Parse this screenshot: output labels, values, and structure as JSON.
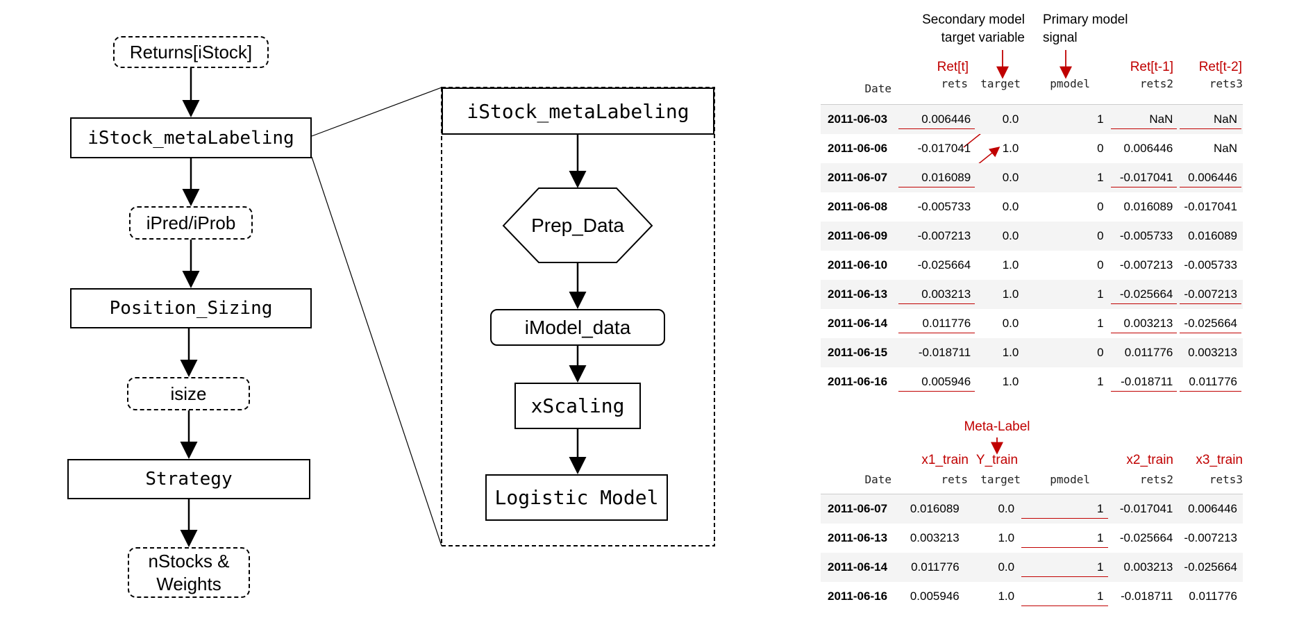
{
  "flow": {
    "returns": "Returns[iStock]",
    "metalabeling": "iStock_metaLabeling",
    "ipred": "iPred/iProb",
    "position_sizing": "Position_Sizing",
    "isize": "isize",
    "strategy": "Strategy",
    "nstocks": "nStocks &",
    "weights": "Weights"
  },
  "detail": {
    "title": "iStock_metaLabeling",
    "prep": "Prep_Data",
    "imodel": "iModel_data",
    "xscaling": "xScaling",
    "logistic": "Logistic Model"
  },
  "top_table": {
    "annotations": {
      "secondary_line1": "Secondary model",
      "secondary_line2": "target variable",
      "primary_line1": "Primary model",
      "primary_line2": "signal"
    },
    "red_labels": {
      "rets": "Ret[t]",
      "rets2": "Ret[t-1]",
      "rets3": "Ret[t-2]"
    },
    "headers": {
      "date": "Date",
      "rets": "rets",
      "target": "target",
      "pmodel": "pmodel",
      "rets2": "rets2",
      "rets3": "rets3"
    },
    "rows": [
      [
        "2011-06-03",
        "0.006446",
        "0.0",
        "1",
        "NaN",
        "NaN"
      ],
      [
        "2011-06-06",
        "-0.017041",
        "1.0",
        "0",
        "0.006446",
        "NaN"
      ],
      [
        "2011-06-07",
        "0.016089",
        "0.0",
        "1",
        "-0.017041",
        "0.006446"
      ],
      [
        "2011-06-08",
        "-0.005733",
        "0.0",
        "0",
        "0.016089",
        "-0.017041"
      ],
      [
        "2011-06-09",
        "-0.007213",
        "0.0",
        "0",
        "-0.005733",
        "0.016089"
      ],
      [
        "2011-06-10",
        "-0.025664",
        "1.0",
        "0",
        "-0.007213",
        "-0.005733"
      ],
      [
        "2011-06-13",
        "0.003213",
        "1.0",
        "1",
        "-0.025664",
        "-0.007213"
      ],
      [
        "2011-06-14",
        "0.011776",
        "0.0",
        "1",
        "0.003213",
        "-0.025664"
      ],
      [
        "2011-06-15",
        "-0.018711",
        "1.0",
        "0",
        "0.011776",
        "0.003213"
      ],
      [
        "2011-06-16",
        "0.005946",
        "1.0",
        "1",
        "-0.018711",
        "0.011776"
      ]
    ]
  },
  "bottom_table": {
    "meta_label": "Meta-Label",
    "red_labels": {
      "rets": "x1_train",
      "target": "Y_train",
      "rets2": "x2_train",
      "rets3": "x3_train"
    },
    "headers": {
      "date": "Date",
      "rets": "rets",
      "target": "target",
      "pmodel": "pmodel",
      "rets2": "rets2",
      "rets3": "rets3"
    },
    "rows": [
      [
        "2011-06-07",
        "0.016089",
        "0.0",
        "1",
        "-0.017041",
        "0.006446"
      ],
      [
        "2011-06-13",
        "0.003213",
        "1.0",
        "1",
        "-0.025664",
        "-0.007213"
      ],
      [
        "2011-06-14",
        "0.011776",
        "0.0",
        "1",
        "0.003213",
        "-0.025664"
      ],
      [
        "2011-06-16",
        "0.005946",
        "1.0",
        "1",
        "-0.018711",
        "0.011776"
      ]
    ]
  },
  "colors": {
    "annotation_red": "#c00000",
    "row_stripe": "#f4f4f4"
  }
}
